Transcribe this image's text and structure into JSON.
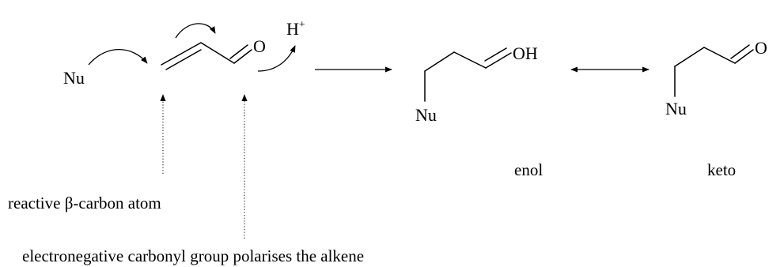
{
  "reactant": {
    "nucleophile": "Nu",
    "oxygen": "O",
    "proton": "H",
    "proton_charge": "+"
  },
  "enol": {
    "hydroxyl": "OH",
    "nucleophile": "Nu",
    "caption": "enol"
  },
  "keto": {
    "oxygen": "O",
    "nucleophile": "Nu",
    "caption": "keto"
  },
  "annotations": {
    "beta_carbon": "reactive β-carbon atom",
    "carbonyl": "electronegative carbonyl group polarises the alkene"
  }
}
